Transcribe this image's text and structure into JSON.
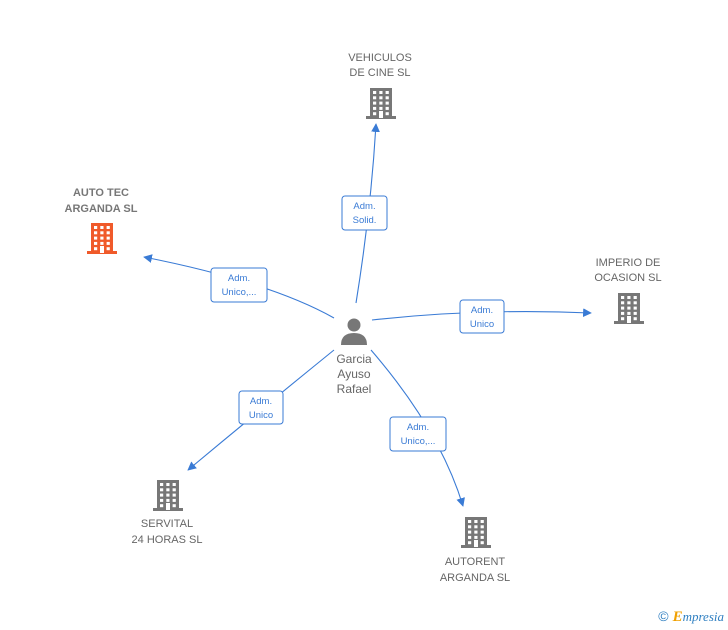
{
  "person": {
    "name_lines": [
      "Garcia",
      "Ayuso",
      "Rafael"
    ],
    "icon": "person-icon"
  },
  "companies": [
    {
      "id": "vehiculos",
      "name_lines": [
        "VEHICULOS",
        "DE CINE SL"
      ],
      "color": "#777777",
      "highlight": false,
      "icon": "building-icon"
    },
    {
      "id": "autotec",
      "name_lines": [
        "AUTO TEC",
        "ARGANDA  SL"
      ],
      "color": "#f05a2a",
      "highlight": true,
      "icon": "building-icon"
    },
    {
      "id": "imperio",
      "name_lines": [
        "IMPERIO DE",
        "OCASION  SL"
      ],
      "color": "#777777",
      "highlight": false,
      "icon": "building-icon"
    },
    {
      "id": "servital",
      "name_lines": [
        "SERVITAL",
        "24 HORAS  SL"
      ],
      "color": "#777777",
      "highlight": false,
      "icon": "building-icon"
    },
    {
      "id": "autorent",
      "name_lines": [
        "AUTORENT",
        "ARGANDA SL"
      ],
      "color": "#777777",
      "highlight": false,
      "icon": "building-icon"
    }
  ],
  "relations": [
    {
      "to": "vehiculos",
      "role_lines": [
        "Adm.",
        "Solid."
      ]
    },
    {
      "to": "autotec",
      "role_lines": [
        "Adm.",
        "Unico,..."
      ]
    },
    {
      "to": "imperio",
      "role_lines": [
        "Adm.",
        "Unico"
      ]
    },
    {
      "to": "servital",
      "role_lines": [
        "Adm.",
        "Unico"
      ]
    },
    {
      "to": "autorent",
      "role_lines": [
        "Adm.",
        "Unico,..."
      ]
    }
  ],
  "colors": {
    "edge": "#3a7bd5",
    "node_text": "#666666",
    "highlight": "#f05a2a",
    "building": "#777777"
  },
  "footer": {
    "copyright": "©",
    "brand_first": "E",
    "brand_rest": "mpresia"
  }
}
